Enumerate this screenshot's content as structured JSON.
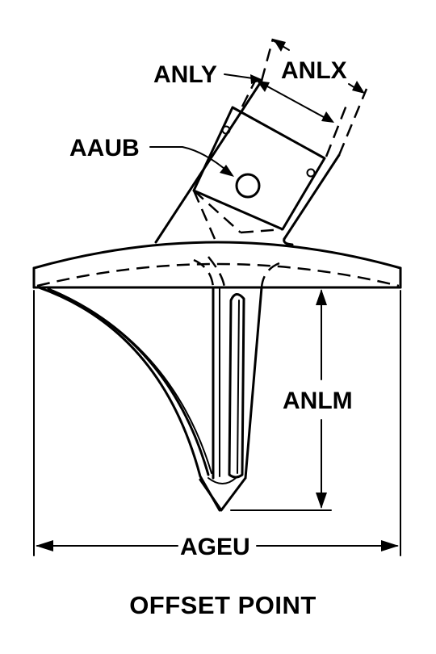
{
  "labels": {
    "anly": "ANLY",
    "anlx": "ANLX",
    "aaub": "AAUB",
    "anlm": "ANLM",
    "ageu": "AGEU"
  },
  "caption": "OFFSET POINT"
}
